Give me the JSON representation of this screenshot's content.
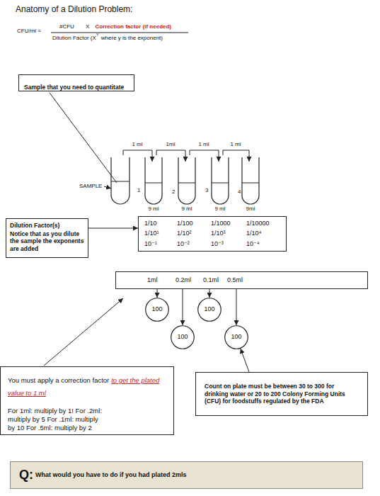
{
  "diagram": {
    "title": "Anatomy of a Dilution Problem:",
    "nodes": [
      {
        "text": [
          "Sample that you need to quantitate"
        ]
      },
      {
        "text": [
          "Dilution Factor(s)",
          "Notice that as you dilute the sample the exponents are added"
        ]
      },
      {
        "text": [
          "1/10",
          "1/100",
          "1/1000",
          "1/10000",
          "1/10¹",
          "1/10²",
          "1/10³",
          "1/10⁴",
          "10⁻¹",
          "10⁻²",
          "10⁻³",
          "10⁻⁴"
        ]
      },
      {
        "text": [
          "1ml",
          "0.2ml",
          "0.1ml",
          "0.5ml"
        ]
      },
      {
        "text": [
          "100"
        ]
      },
      {
        "text": [
          "100"
        ]
      },
      {
        "text": [
          "100"
        ]
      },
      {
        "text": [
          "100"
        ]
      },
      {
        "text": [
          "You must apply a correction factor",
          "to get the plated value to 1 ml",
          "For 1ml: multiply by 1! For .2ml: multiply by 5 For .1ml: multiply by 10 For .5ml: multiply by 2"
        ]
      },
      {
        "text": [
          "Count on plate must be between 30 to 300 for drinking water or 20 to 200 Colony Forming Units (CFU) for foodstuffs regulated by the FDA"
        ]
      },
      {
        "text": [
          "Q:",
          "What would you have to do if you had plated 2mls"
        ]
      }
    ],
    "edges": [
      {
        "from": 1,
        "to": 2,
        "arrow": "to"
      },
      {
        "from": 3,
        "to": 4,
        "arrow": "to"
      },
      {
        "from": 3,
        "to": 5,
        "arrow": "to"
      },
      {
        "from": 3,
        "to": 6,
        "arrow": "to"
      },
      {
        "from": 3,
        "to": 7,
        "arrow": "to"
      },
      {
        "from": 9,
        "to": 7,
        "arrow": "to"
      }
    ],
    "labels": [
      "CFU/ml =",
      "#CFU X",
      "Correction factor (if needed)",
      "Dilution Factor (X",
      "Y",
      "where y is the exponent)",
      "1 ml",
      "1ml",
      "1 ml",
      "1 ml",
      "SAMPLE",
      "1",
      "2",
      "3",
      "4",
      "9 ml",
      "9 ml",
      "9 ml",
      "9ml"
    ]
  }
}
